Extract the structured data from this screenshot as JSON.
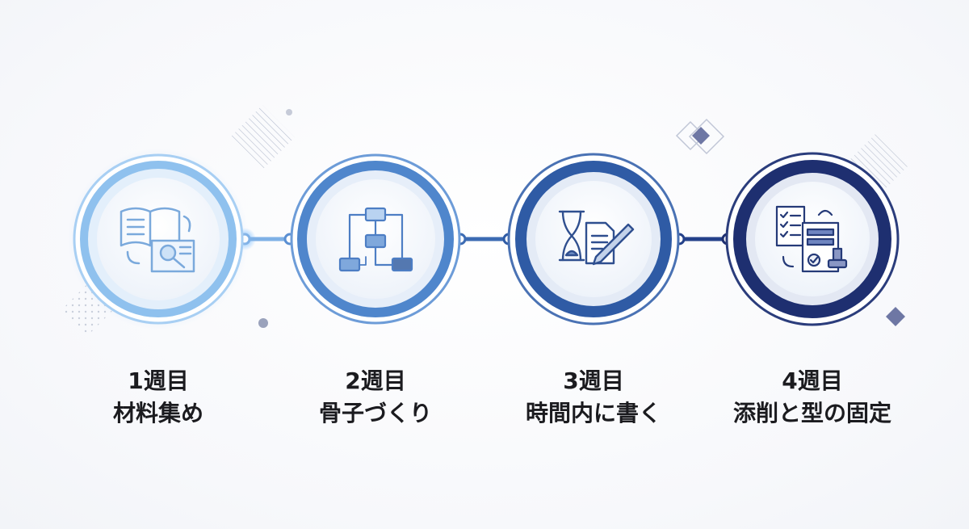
{
  "steps": [
    {
      "week": "1週目",
      "title": "材料集め",
      "icon": "book-magnifier-icon",
      "color": "#8fc1ee"
    },
    {
      "week": "2週目",
      "title": "骨子づくり",
      "icon": "flowchart-icon",
      "color": "#4f86cc"
    },
    {
      "week": "3週目",
      "title": "時間内に書く",
      "icon": "hourglass-pen-icon",
      "color": "#2f5ba5"
    },
    {
      "week": "4週目",
      "title": "添削と型の固定",
      "icon": "checklist-stamp-icon",
      "color": "#1e2f70"
    }
  ]
}
